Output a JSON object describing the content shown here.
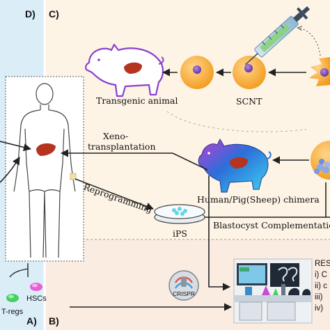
{
  "panels": {
    "a": "A)",
    "b": "B)",
    "c": "C)",
    "d": "D)"
  },
  "labels": {
    "transgenic_animal": "Transgenic animal",
    "scnt": "SCNT",
    "xeno_line1": "Xeno-",
    "xeno_line2": "transplantation",
    "chimera": "Human/Pig(Sheep) chimera",
    "reprogramming": "Reprogramming",
    "ips": "iPS",
    "blastocyst_complementation": "Blastocyst Complementation",
    "crispr": "CRISPR",
    "hscs": "HSCs",
    "tregs": "T-regs",
    "res": "RES",
    "res_items": [
      "i) C",
      "ii) c",
      "iii)",
      "iv)"
    ]
  },
  "colors": {
    "panel_left_bg": "#dbeef8",
    "panel_top_bg": "#fdf4e6",
    "panel_bottom_bg": "#fbece2",
    "cell_orange": "#f7a636",
    "nucleus_purple": "#6a3bb0",
    "pig_purple": "#8a3fcf",
    "chimera_blue": "#3a7de0",
    "liver_red": "#b5341f",
    "ips_cyan": "#62d6e6",
    "hsc_magenta": "#e85fd6",
    "treg_green": "#46d060"
  }
}
